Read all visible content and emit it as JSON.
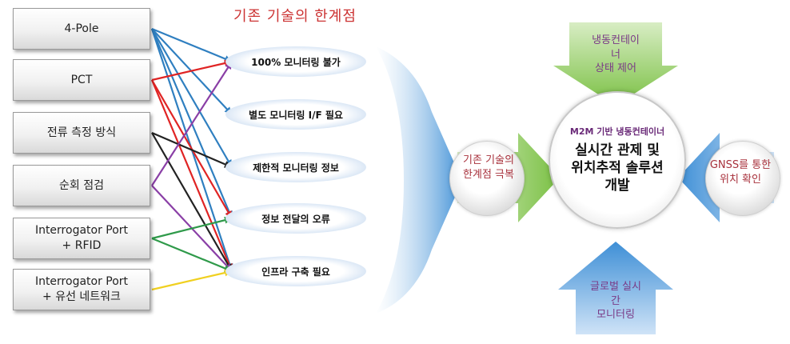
{
  "diagram": {
    "title": "기존 기술의 한계점",
    "sources": [
      {
        "label": "4-Pole"
      },
      {
        "label": "PCT"
      },
      {
        "label": "전류 측정 방식"
      },
      {
        "label": "순회 점검"
      },
      {
        "label": "Interrogator Port\n+ RFID"
      },
      {
        "label": "Interrogator Port\n+ 유선 네트워크"
      }
    ],
    "limitations": [
      {
        "label": "100% 모니터링 불가"
      },
      {
        "label": "별도 모니터링 I/F 필요"
      },
      {
        "label": "제한적 모니터링 정보"
      },
      {
        "label": "정보 전달의 오류"
      },
      {
        "label": "인프라 구축 필요"
      }
    ],
    "connections": [
      {
        "from": 0,
        "to": 0,
        "color": "#2f7fc0"
      },
      {
        "from": 0,
        "to": 1,
        "color": "#2f7fc0"
      },
      {
        "from": 0,
        "to": 2,
        "color": "#2f7fc0"
      },
      {
        "from": 0,
        "to": 3,
        "color": "#2f7fc0"
      },
      {
        "from": 0,
        "to": 4,
        "color": "#2f7fc0"
      },
      {
        "from": 1,
        "to": 0,
        "color": "#e02424"
      },
      {
        "from": 1,
        "to": 3,
        "color": "#e02424"
      },
      {
        "from": 1,
        "to": 4,
        "color": "#e02424"
      },
      {
        "from": 2,
        "to": 2,
        "color": "#222222"
      },
      {
        "from": 2,
        "to": 4,
        "color": "#222222"
      },
      {
        "from": 3,
        "to": 0,
        "color": "#8a3fa6"
      },
      {
        "from": 3,
        "to": 4,
        "color": "#8a3fa6"
      },
      {
        "from": 4,
        "to": 3,
        "color": "#2f9a4a"
      },
      {
        "from": 4,
        "to": 4,
        "color": "#2f9a4a"
      },
      {
        "from": 5,
        "to": 4,
        "color": "#f0d020"
      }
    ],
    "solution": {
      "subtitle": "M2M 기반 냉동컨테이너",
      "main": "실시간 관제 및\n위치추적 솔루션\n개발"
    },
    "inputs": {
      "top": "냉동컨테이\n너\n상태 제어",
      "left": "기존 기술의\n한계점 극복",
      "right": "GNSS를 통한\n위치 확인",
      "bottom": "글로벌 실시\n간\n모니터링"
    },
    "colors": {
      "title": "#cc3333",
      "arrow_green": "#7ac043",
      "arrow_blue": "#3e8fd6",
      "label_purple": "#7a3a86",
      "label_red": "#a8313c"
    }
  }
}
